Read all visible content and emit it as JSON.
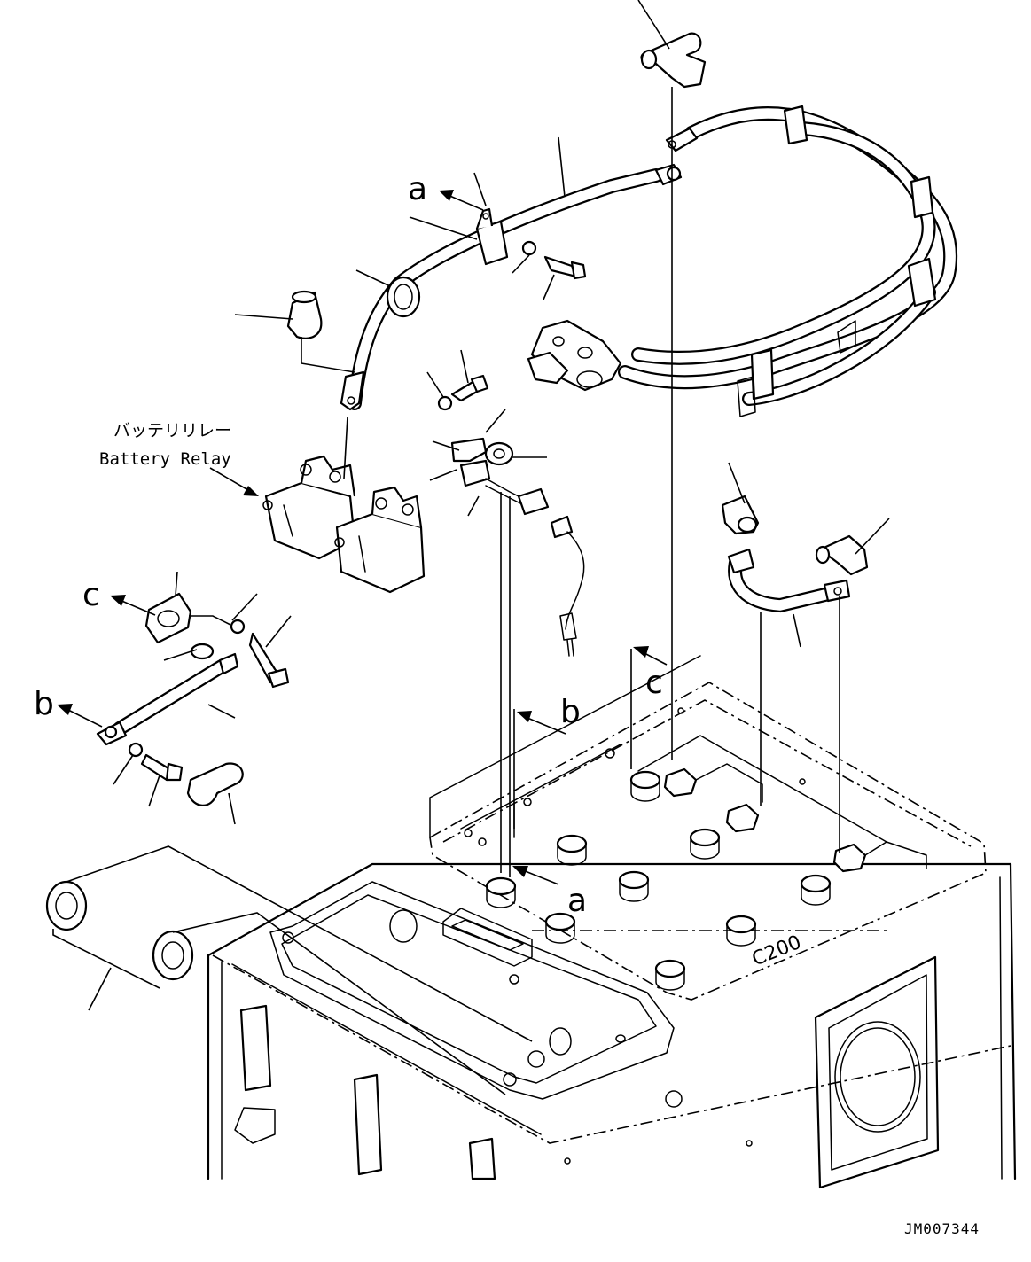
{
  "callout_label": {
    "japanese": "バッテリリレー",
    "english": "Battery Relay"
  },
  "reference_arrows": [
    {
      "id": "a-upper",
      "letter": "a"
    },
    {
      "id": "a-lower",
      "letter": "a"
    },
    {
      "id": "b-left",
      "letter": "b"
    },
    {
      "id": "b-right",
      "letter": "b"
    },
    {
      "id": "c-left",
      "letter": "c"
    },
    {
      "id": "c-right",
      "letter": "c"
    }
  ],
  "box_marking": "C200",
  "drawing_code": "JM007344"
}
